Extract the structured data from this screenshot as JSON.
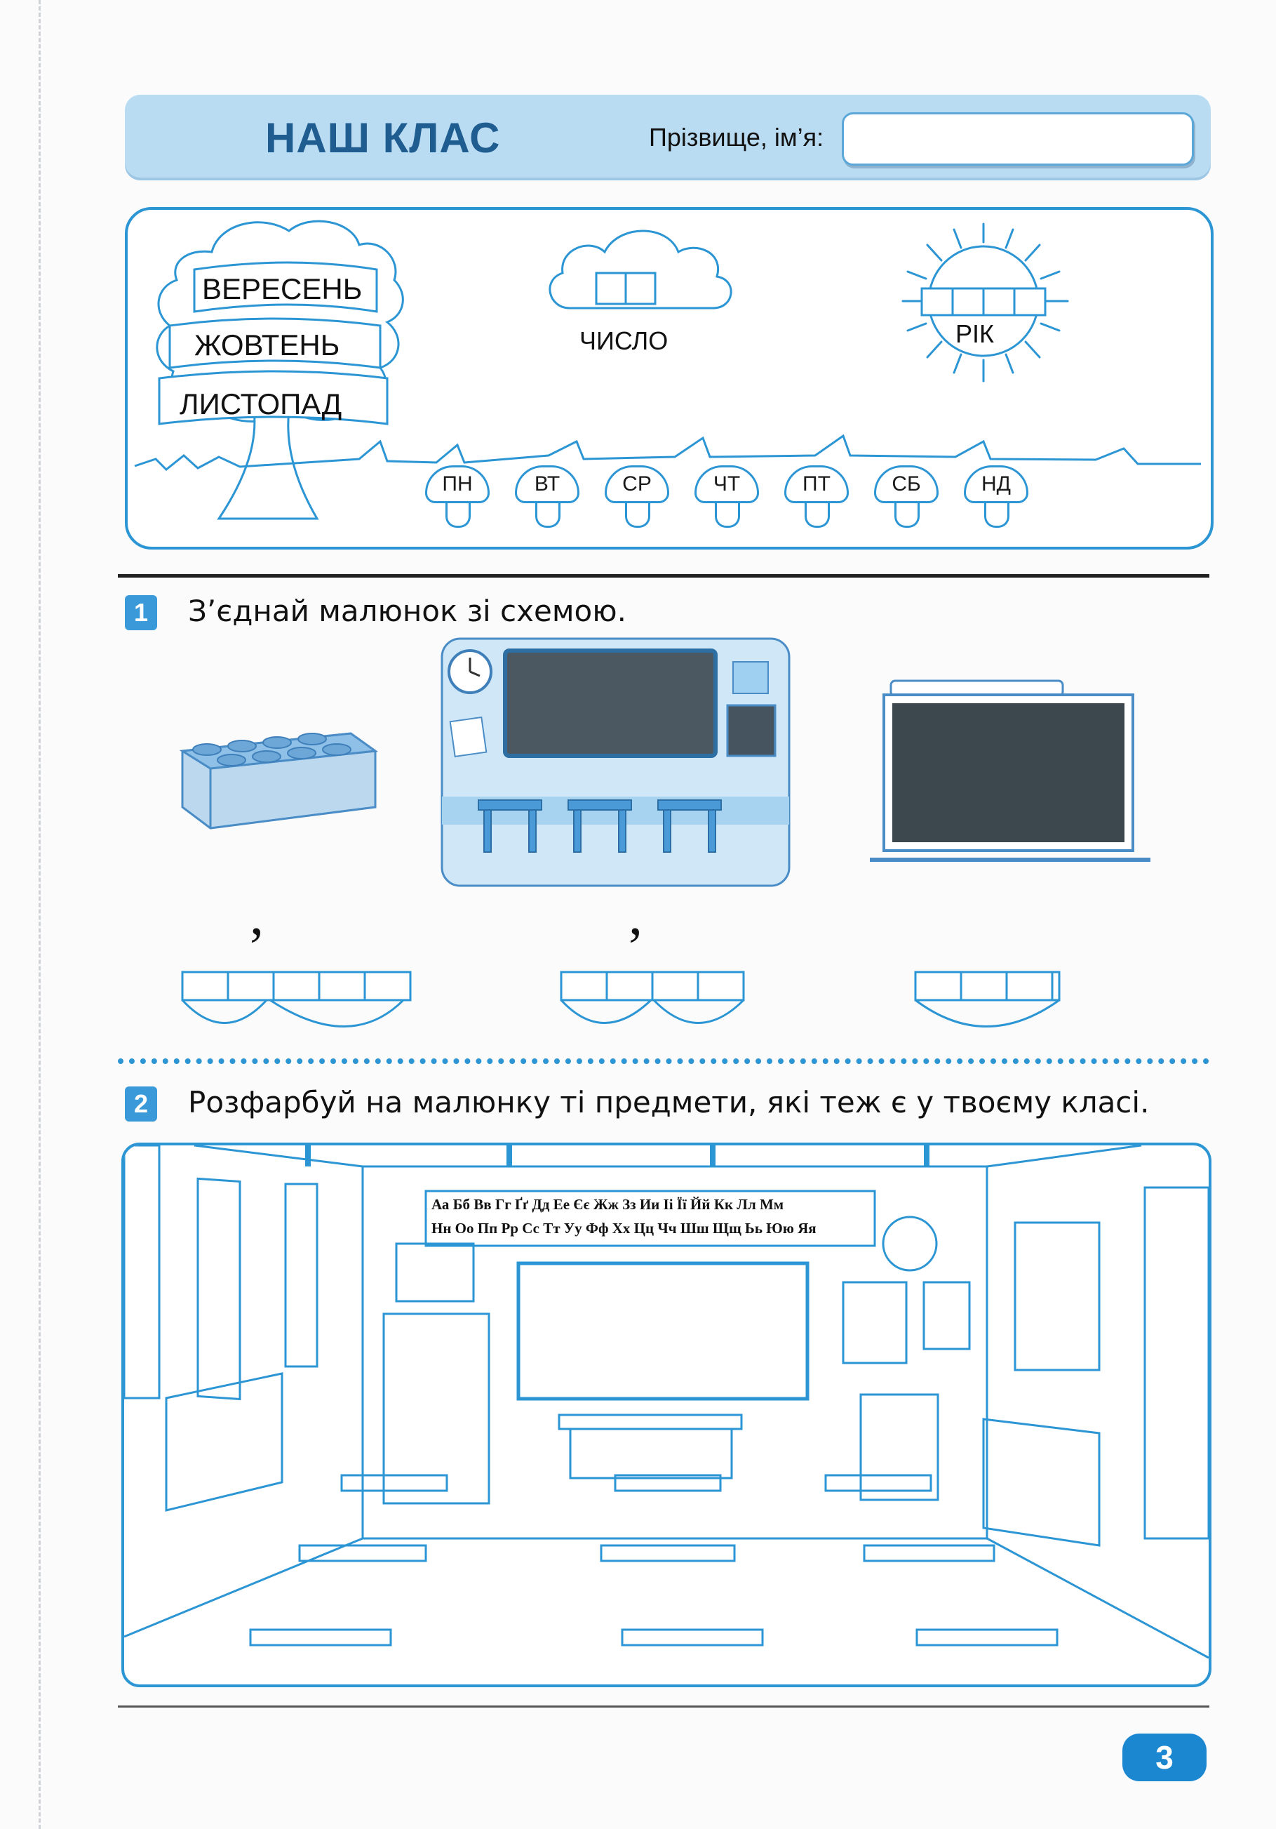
{
  "header": {
    "title": "НАШ КЛАС",
    "name_label": "Прізвище, ім’я:",
    "name_value": ""
  },
  "calendar": {
    "months": [
      "ВЕРЕСЕНЬ",
      "ЖОВТЕНЬ",
      "ЛИСТОПАД"
    ],
    "date_label": "ЧИСЛО",
    "year_label": "РІК",
    "days": [
      "ПН",
      "ВТ",
      "СР",
      "ЧТ",
      "ПТ",
      "СБ",
      "НД"
    ]
  },
  "task1": {
    "number": "1",
    "text": "З’єднай малюнок зі схемою.",
    "stress_mark": "’"
  },
  "task2": {
    "number": "2",
    "text": "Розфарбуй на малюнку ті предмети, які теж є у твоєму класі.",
    "alphabet_line1": "Аа Бб Вв Гг Ґґ Дд Ее Єє Жж Зз Ии Іі Її Йй Кк Лл Мм",
    "alphabet_line2": "Нн Оо Пп Рр Сс Тт Уу Фф Хх Цц Чч Шш Щщ Ьь Юю Яя"
  },
  "page_number": "3",
  "colors": {
    "accent": "#2c95d4",
    "header_bg": "#b9dcf2",
    "title": "#1f5c8f",
    "badge": "#3a9ad9"
  }
}
